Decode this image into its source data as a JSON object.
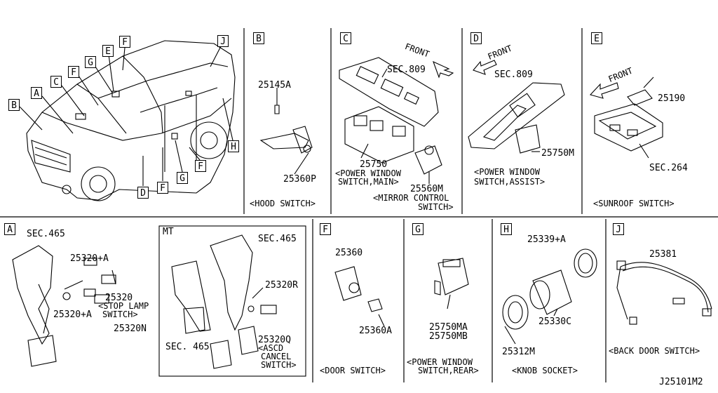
{
  "sections": {
    "B": {
      "label": "B",
      "parts": [
        "25145A",
        "25360P"
      ],
      "caption": "<HOOD SWITCH>"
    },
    "C": {
      "label": "C",
      "front": "FRONT",
      "sec": "SEC.809",
      "parts": [
        "25750",
        "25560M"
      ],
      "caption_main": [
        "<POWER WINDOW",
        "SWITCH,MAIN>"
      ],
      "caption_mirror": [
        "<MIRROR CONTROL",
        "SWITCH>"
      ]
    },
    "D": {
      "label": "D",
      "front": "FRONT",
      "sec": "SEC.809",
      "parts": [
        "25750M"
      ],
      "caption": [
        "<POWER WINDOW",
        "SWITCH,ASSIST>"
      ]
    },
    "E": {
      "label": "E",
      "front": "FRONT",
      "sec": "SEC.264",
      "parts": [
        "25190"
      ],
      "caption": "<SUNROOF SWITCH>"
    },
    "A": {
      "label": "A",
      "sec": "SEC.465",
      "parts": [
        "25320+A",
        "25320",
        "25320+A",
        "25320N"
      ],
      "caption": [
        "<STOP LAMP",
        "SWITCH>"
      ]
    },
    "MT": {
      "label": "MT",
      "sec_top": "SEC.465",
      "sec_bottom": "SEC. 465",
      "parts": [
        "25320R",
        "25320Q"
      ],
      "caption": [
        "<ASCD",
        "CANCEL",
        "SWITCH>"
      ]
    },
    "F": {
      "label": "F",
      "parts": [
        "25360",
        "25360A"
      ],
      "caption": "<DOOR SWITCH>"
    },
    "G": {
      "label": "G",
      "parts": [
        "25750MA",
        "25750MB"
      ],
      "caption": [
        "<POWER WINDOW",
        "SWITCH,REAR>"
      ]
    },
    "H": {
      "label": "H",
      "parts": [
        "25339+A",
        "25330C",
        "25312M"
      ],
      "caption": "<KNOB SOCKET>"
    },
    "J": {
      "label": "J",
      "parts": [
        "25381"
      ],
      "caption": "<BACK DOOR SWITCH>"
    }
  },
  "vehicle_callouts": [
    "B",
    "A",
    "C",
    "F",
    "G",
    "E",
    "F",
    "J",
    "H",
    "D",
    "F",
    "G",
    "F"
  ],
  "drawing_number": "J25101M2"
}
